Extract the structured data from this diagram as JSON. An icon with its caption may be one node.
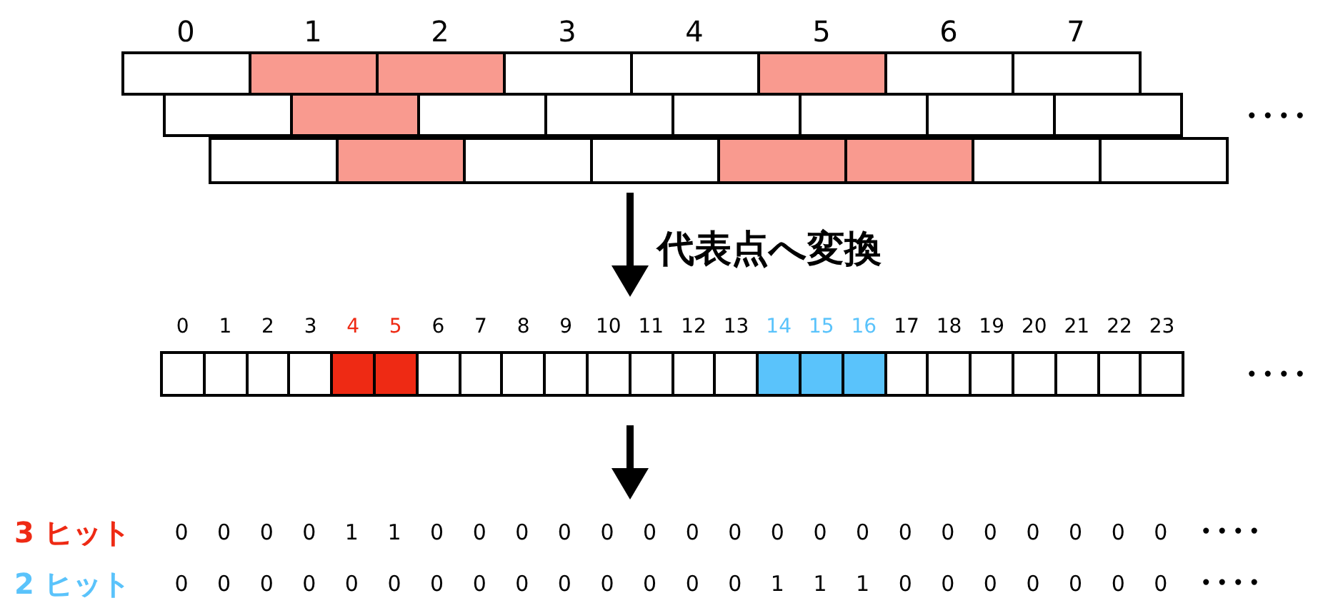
{
  "diagram": {
    "labels": [
      "0",
      "1",
      "2",
      "3",
      "4",
      "5",
      "6",
      "7",
      "••••",
      "代表点へ変換",
      "0",
      "1",
      "2",
      "3",
      "4",
      "5",
      "6",
      "7",
      "8",
      "9",
      "10",
      "11",
      "12",
      "13",
      "14",
      "15",
      "16",
      "17",
      "18",
      "19",
      "20",
      "21",
      "22",
      "23",
      "••••",
      "3 ヒット",
      "0",
      "0",
      "0",
      "0",
      "1",
      "1",
      "0",
      "0",
      "0",
      "0",
      "0",
      "0",
      "0",
      "0",
      "0",
      "0",
      "0",
      "0",
      "0",
      "0",
      "0",
      "0",
      "0",
      "0",
      "••••",
      "2 ヒット",
      "0",
      "0",
      "0",
      "0",
      "0",
      "0",
      "0",
      "0",
      "0",
      "0",
      "0",
      "0",
      "0",
      "0",
      "1",
      "1",
      "1",
      "0",
      "0",
      "0",
      "0",
      "0",
      "0",
      "0",
      "••••"
    ]
  }
}
